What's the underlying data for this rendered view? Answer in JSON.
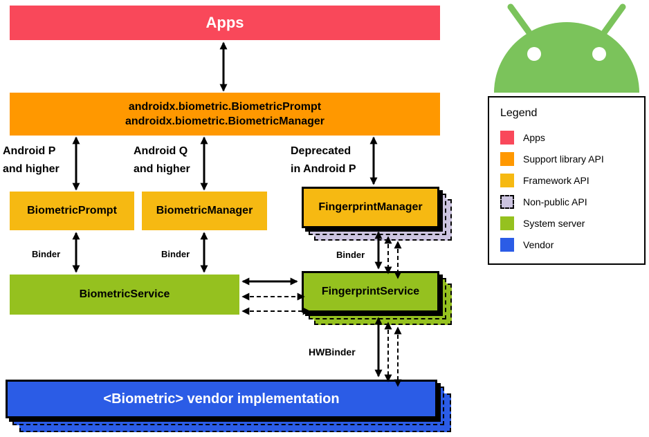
{
  "nodes": {
    "apps": "Apps",
    "support_library_line1": "androidx.biometric.BiometricPrompt",
    "support_library_line2": "androidx.biometric.BiometricManager",
    "biometric_prompt": "BiometricPrompt",
    "biometric_manager": "BiometricManager",
    "fingerprint_manager": "FingerprintManager",
    "biometric_service": "BiometricService",
    "fingerprint_service": "FingerprintService",
    "vendor_implementation": "<Biometric> vendor implementation"
  },
  "labels": {
    "android_p_line1": "Android P",
    "android_p_line2": "and higher",
    "android_q_line1": "Android Q",
    "android_q_line2": "and higher",
    "deprecated_line1": "Deprecated",
    "deprecated_line2": "in Android P",
    "binder": "Binder",
    "hwbinder": "HWBinder"
  },
  "legend": {
    "title": "Legend",
    "items": [
      "Apps",
      "Support library API",
      "Framework API",
      "Non-public API",
      "System server",
      "Vendor"
    ]
  },
  "colors": {
    "apps": "#F9485A",
    "support_library": "#FF9800",
    "framework": "#F6B912",
    "non_public": "#CCC4E0",
    "system_server": "#95C11F",
    "vendor": "#2B5CE6",
    "robot": "#7BC35B",
    "arrow": "#000000"
  },
  "icons": {
    "robot": "android-robot-logo"
  }
}
